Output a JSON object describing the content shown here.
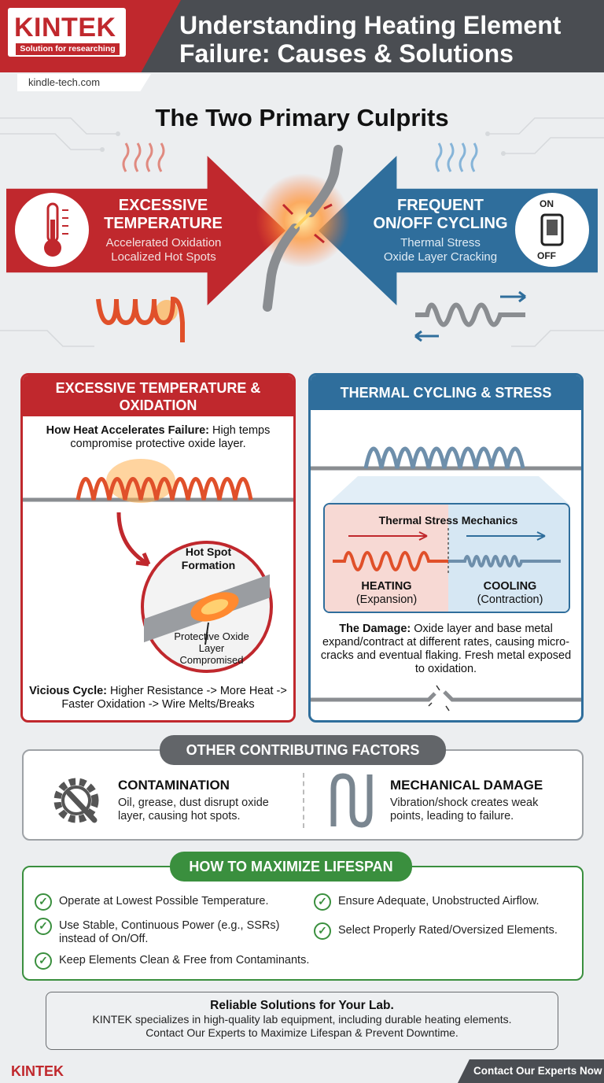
{
  "header": {
    "logo": "KINTEK",
    "logo_tagline": "Solution for researching",
    "title": "Understanding Heating Element Failure: Causes & Solutions",
    "site": "kindle-tech.com"
  },
  "section_title": "The Two Primary Culprits",
  "culprits": {
    "left": {
      "heading": "EXCESSIVE TEMPERATURE",
      "line1": "Accelerated Oxidation",
      "line2": "Localized Hot Spots",
      "icon": "thermometer-icon"
    },
    "right": {
      "heading": "FREQUENT ON/OFF CYCLING",
      "line1": "Thermal Stress",
      "line2": "Oxide Layer Cracking",
      "switch_on": "ON",
      "switch_off": "OFF",
      "icon": "switch-icon"
    }
  },
  "panel_oxidation": {
    "heading": "EXCESSIVE TEMPERATURE & OXIDATION",
    "intro_bold": "How Heat Accelerates Failure:",
    "intro_text": "High temps compromise protective oxide layer.",
    "hotspot_label": "Hot Spot Formation",
    "oxide_label": "Protective Oxide Layer Compromised",
    "cycle_bold": "Vicious Cycle:",
    "cycle_text": "Higher Resistance -> More Heat -> Faster Oxidation -> Wire Melts/Breaks"
  },
  "panel_cycling": {
    "heading": "THERMAL CYCLING & STRESS",
    "mechanics_title": "Thermal Stress Mechanics",
    "heating_label": "HEATING",
    "heating_sub": "(Expansion)",
    "cooling_label": "COOLING",
    "cooling_sub": "(Contraction)",
    "damage_bold": "The Damage:",
    "damage_text": "Oxide layer and base metal expand/contract at different rates, causing micro-cracks and eventual flaking. Fresh metal exposed to oxidation."
  },
  "other_factors": {
    "title": "OTHER CONTRIBUTING FACTORS",
    "items": [
      {
        "title": "CONTAMINATION",
        "text": "Oil, grease, dust disrupt oxide layer, causing hot spots.",
        "icon": "gear-wrench-icon"
      },
      {
        "title": "MECHANICAL DAMAGE",
        "text": "Vibration/shock creates weak points, leading to failure.",
        "icon": "bent-wire-icon"
      }
    ]
  },
  "lifespan": {
    "title": "HOW TO MAXIMIZE LIFESPAN",
    "tips": [
      "Operate at Lowest Possible Temperature.",
      "Use Stable, Continuous Power (e.g., SSRs) instead of On/Off.",
      "Keep Elements Clean & Free from Contaminants.",
      "Ensure Adequate, Unobstructed Airflow.",
      "Select Properly Rated/Oversized Elements."
    ]
  },
  "cta": {
    "title": "Reliable Solutions for Your Lab.",
    "line1": "KINTEK specializes in high-quality lab equipment, including durable heating elements.",
    "line2": "Contact Our Experts to Maximize Lifespan & Prevent Downtime."
  },
  "footer": {
    "logo": "KINTEK",
    "button": "Contact Our Experts Now"
  },
  "colors": {
    "red": "#c0282d",
    "blue": "#2f6e9c",
    "green": "#3a8f3e",
    "dark": "#4a4d52"
  }
}
